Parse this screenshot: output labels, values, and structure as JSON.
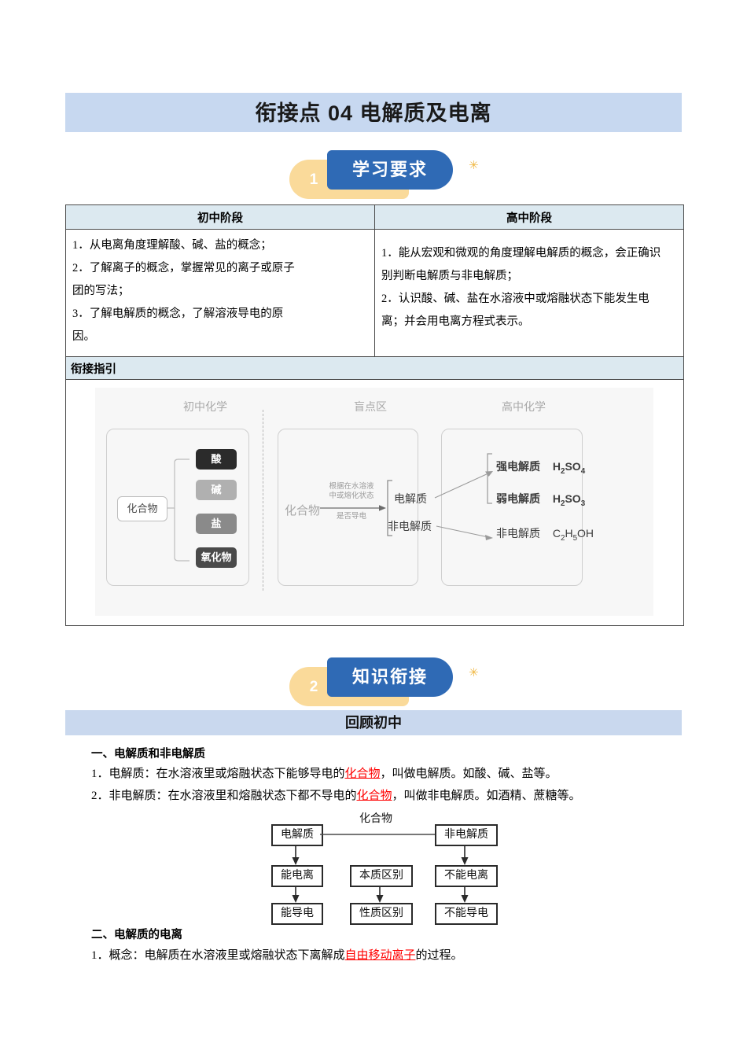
{
  "document": {
    "title": "衔接点 04  电解质及电离"
  },
  "sections": [
    {
      "number": "1",
      "label": "学习要求",
      "star": "✳"
    },
    {
      "number": "2",
      "label": "知识衔接",
      "star": "✳"
    }
  ],
  "requirements_table": {
    "headers": [
      "初中阶段",
      "高中阶段"
    ],
    "junior_lines": [
      "1．从电离角度理解酸、碱、盐的概念；",
      "2．了解离子的概念，掌握常见的离子或原子",
      "团的写法；",
      "3．了解电解质的概念，了解溶液导电的原",
      "因。"
    ],
    "senior_lines": [
      "1．能从宏观和微观的角度理解电解质的概念，会正确识",
      "别判断电解质与非电解质；",
      "2．认识酸、碱、盐在水溶液中或熔融状态下能发生电",
      "离；并会用电离方程式表示。"
    ],
    "guide_header": "衔接指引"
  },
  "concept_diagram": {
    "column_labels": [
      "初中化学",
      "盲点区",
      "高中化学"
    ],
    "junior": {
      "root": "化合物",
      "chips": [
        {
          "label": "酸",
          "color": "#2b2b2b"
        },
        {
          "label": "碱",
          "color": "#b0b0b0"
        },
        {
          "label": "盐",
          "color": "#8a8a8a"
        },
        {
          "label": "氧化物",
          "color": "#4a4a4a"
        }
      ]
    },
    "blind": {
      "root": "化合物",
      "arrow_label_top": "根据在水溶液",
      "arrow_label_mid": "中或熔化状态",
      "arrow_label_bottom": "是否导电",
      "branches": [
        "电解质",
        "非电解质"
      ]
    },
    "senior": {
      "items": [
        {
          "label": "强电解质",
          "formula": "H2SO4"
        },
        {
          "label": "弱电解质",
          "formula": "H2SO3"
        },
        {
          "label": "非电解质",
          "formula": "C2H5OH"
        }
      ]
    }
  },
  "review_band": "回顾初中",
  "content": {
    "heading_1": "一、电解质和非电解质",
    "line_1_pre": "1．电解质：在水溶液里或熔融状态下能够导电的",
    "line_1_red": "化合物",
    "line_1_post": "，叫做电解质。如酸、碱、盐等。",
    "line_2_pre": "2．非电解质：在水溶液里和熔融状态下都不导电的",
    "line_2_red": "化合物",
    "line_2_post": "，叫做非电解质。如酒精、蔗糖等。",
    "heading_2": "二、电解质的电离",
    "line_3_pre": "1．概念：电解质在水溶液里或熔融状态下离解成",
    "line_3_red": "自由移动离子",
    "line_3_post": "的过程。"
  },
  "flow_chart": {
    "title": "化合物",
    "boxes": {
      "left_top": "电解质",
      "left_mid": "能电离",
      "left_bottom": "能导电",
      "center_mid": "本质区别",
      "center_bottom": "性质区别",
      "right_top": "非电解质",
      "right_mid": "不能电离",
      "right_bottom": "不能导电"
    }
  }
}
